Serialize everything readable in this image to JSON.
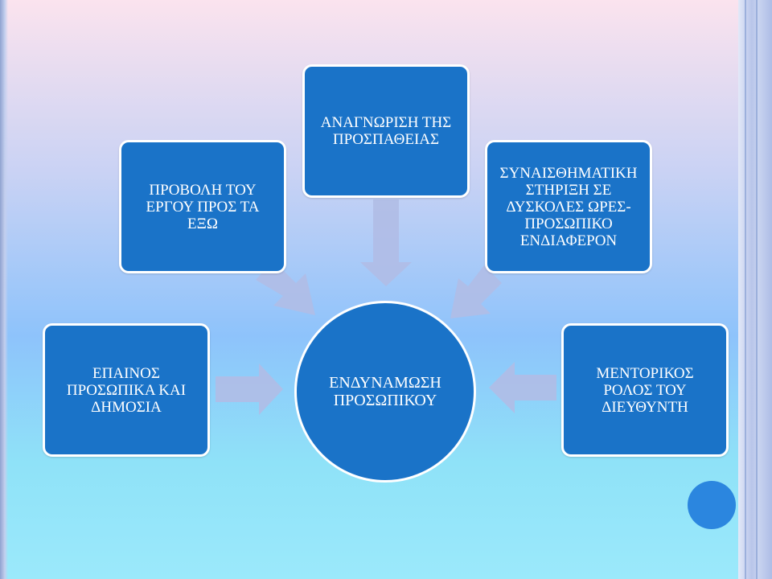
{
  "diagram": {
    "center": {
      "label": "ΕΝΔΥΝΑΜΩΣΗ\nΠΡΟΣΩΠΙΚΟΥ"
    },
    "nodes": {
      "top": "ΑΝΑΓΝΩΡΙΣΗ ΤΗΣ\nΠΡΟΣΠΑΘΕΙΑΣ",
      "upper_left": "ΠΡΟΒΟΛΗ ΤΟΥ\nΕΡΓΟΥ ΠΡΟΣ ΤΑ\nΕΞΩ",
      "upper_right": "ΣΥΝΑΙΣΘΗΜΑΤΙΚΗ\nΣΤΗΡΙΞΗ ΣΕ\nΔΥΣΚΟΛΕΣ ΩΡΕΣ-\nΠΡΟΣΩΠΙΚΟ\nΕΝΔΙΑΦΕΡΟΝ",
      "left": "ΕΠΑΙΝΟΣ\nΠΡΟΣΩΠΙΚΑ ΚΑΙ\nΔΗΜΟΣΙΑ",
      "right": "ΜΕΝΤΟΡΙΚΟΣ\nΡΟΛΟΣ ΤΟΥ\nΔΙΕΥΘΥΝΤΗ"
    },
    "colors": {
      "node_fill": "#1a73c8",
      "node_border": "#ffffff",
      "arrow_fill": "#b0bde6"
    }
  }
}
